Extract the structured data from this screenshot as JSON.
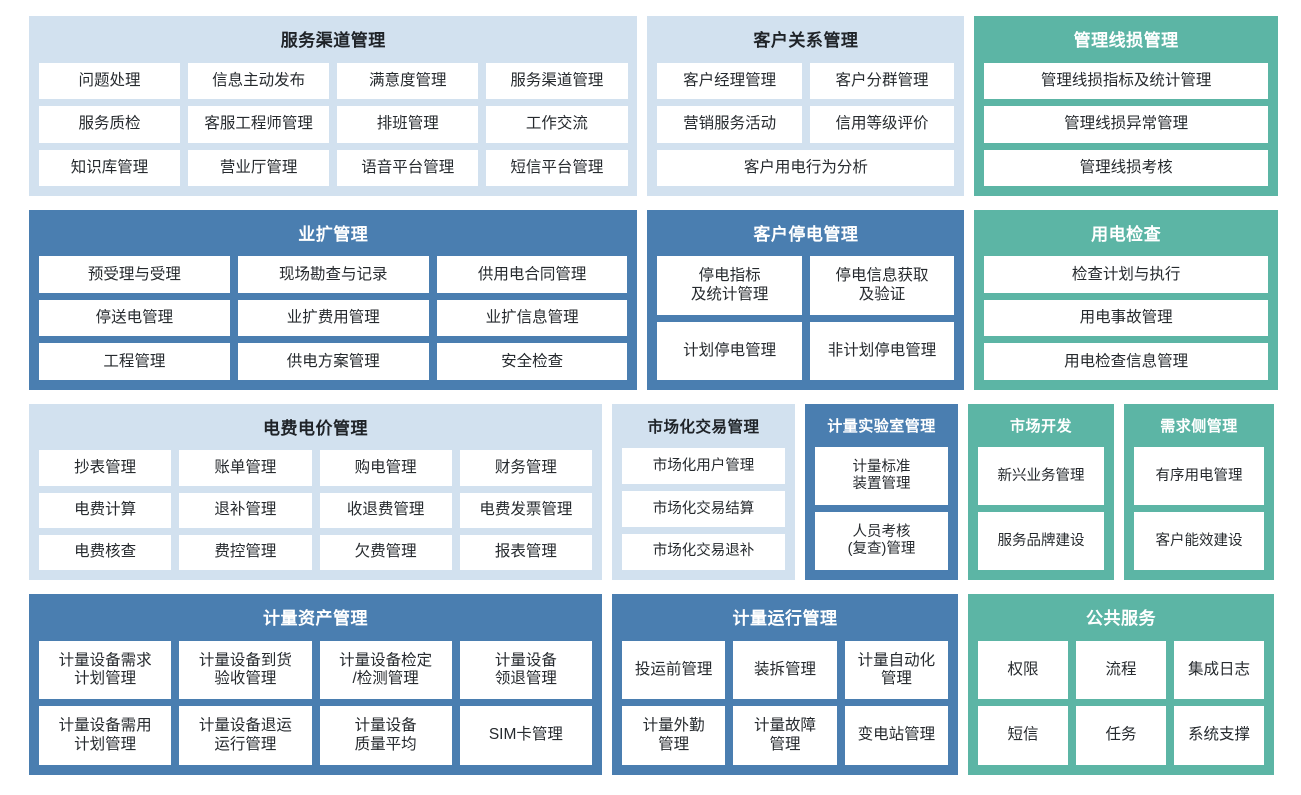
{
  "theme": {
    "page_background": "#ffffff",
    "panel_light": "#d2e1ef",
    "panel_blue": "#4a7eb0",
    "panel_teal": "#5cb5a5",
    "tile_background": "#ffffff",
    "title_dark": "#1f2328",
    "title_light": "#ffffff"
  },
  "rows": [
    {
      "name": "row-1",
      "panels": [
        {
          "id": "service-channel-management",
          "title": "服务渠道管理",
          "style": "lightblue",
          "tiles": [
            [
              "问题处理",
              "信息主动发布",
              "满意度管理",
              "服务渠道管理"
            ],
            [
              "服务质检",
              "客服工程师管理",
              "排班管理",
              "工作交流"
            ],
            [
              "知识库管理",
              "营业厅管理",
              "语音平台管理",
              "短信平台管理"
            ]
          ]
        },
        {
          "id": "customer-relationship-management",
          "title": "客户关系管理",
          "style": "lightblue",
          "tiles": [
            [
              "客户经理管理",
              "客户分群管理"
            ],
            [
              "营销服务活动",
              "信用等级评价"
            ],
            [
              "客户用电行为分析"
            ]
          ]
        },
        {
          "id": "management-line-loss-management",
          "title": "管理线损管理",
          "style": "teal",
          "tiles": [
            [
              "管理线损指标及统计管理"
            ],
            [
              "管理线损异常管理"
            ],
            [
              "管理线损考核"
            ]
          ]
        }
      ]
    },
    {
      "name": "row-2",
      "panels": [
        {
          "id": "business-expansion-management",
          "title": "业扩管理",
          "style": "blue",
          "tiles": [
            [
              "预受理与受理",
              "现场勘查与记录",
              "供用电合同管理"
            ],
            [
              "停送电管理",
              "业扩费用管理",
              "业扩信息管理"
            ],
            [
              "工程管理",
              "供电方案管理",
              "安全检查"
            ]
          ]
        },
        {
          "id": "customer-outage-management",
          "title": "客户停电管理",
          "style": "blue",
          "tiles": [
            [
              "停电指标\n及统计管理",
              "停电信息获取\n及验证"
            ],
            [
              "计划停电管理",
              "非计划停电管理"
            ]
          ]
        },
        {
          "id": "electricity-inspection",
          "title": "用电检查",
          "style": "teal",
          "tiles": [
            [
              "检查计划与执行"
            ],
            [
              "用电事故管理"
            ],
            [
              "用电检查信息管理"
            ]
          ]
        }
      ]
    },
    {
      "name": "row-3",
      "panels": [
        {
          "id": "electricity-fee-price-management",
          "title": "电费电价管理",
          "style": "lightblue",
          "tiles": [
            [
              "抄表管理",
              "账单管理",
              "购电管理",
              "财务管理"
            ],
            [
              "电费计算",
              "退补管理",
              "收退费管理",
              "电费发票管理"
            ],
            [
              "电费核查",
              "费控管理",
              "欠费管理",
              "报表管理"
            ]
          ]
        },
        {
          "id": "market-trading-management",
          "title": "市场化交易管理",
          "style": "lightblue",
          "tiles": [
            [
              "市场化用户管理"
            ],
            [
              "市场化交易结算"
            ],
            [
              "市场化交易退补"
            ]
          ]
        },
        {
          "id": "metering-laboratory-management",
          "title": "计量实验室管理",
          "style": "blue",
          "tiles": [
            [
              "计量标准\n装置管理"
            ],
            [
              "人员考核\n(复查)管理"
            ]
          ]
        },
        {
          "id": "market-development",
          "title": "市场开发",
          "style": "teal",
          "tiles": [
            [
              "新兴业务管理"
            ],
            [
              "服务品牌建设"
            ]
          ]
        },
        {
          "id": "demand-side-management",
          "title": "需求侧管理",
          "style": "teal",
          "tiles": [
            [
              "有序用电管理"
            ],
            [
              "客户能效建设"
            ]
          ]
        }
      ]
    },
    {
      "name": "row-4",
      "panels": [
        {
          "id": "metering-asset-management",
          "title": "计量资产管理",
          "style": "blue",
          "tiles": [
            [
              "计量设备需求\n计划管理",
              "计量设备到货\n验收管理",
              "计量设备检定\n/检测管理",
              "计量设备\n领退管理"
            ],
            [
              "计量设备需用\n计划管理",
              "计量设备退运\n运行管理",
              "计量设备\n质量平均",
              "SIM卡管理"
            ]
          ]
        },
        {
          "id": "metering-operation-management",
          "title": "计量运行管理",
          "style": "blue",
          "tiles": [
            [
              "投运前管理",
              "装拆管理",
              "计量自动化\n管理"
            ],
            [
              "计量外勤\n管理",
              "计量故障\n管理",
              "变电站管理"
            ]
          ]
        },
        {
          "id": "public-service",
          "title": "公共服务",
          "style": "teal",
          "tiles": [
            [
              "权限",
              "流程",
              "集成日志"
            ],
            [
              "短信",
              "任务",
              "系统支撑"
            ]
          ]
        }
      ]
    }
  ]
}
